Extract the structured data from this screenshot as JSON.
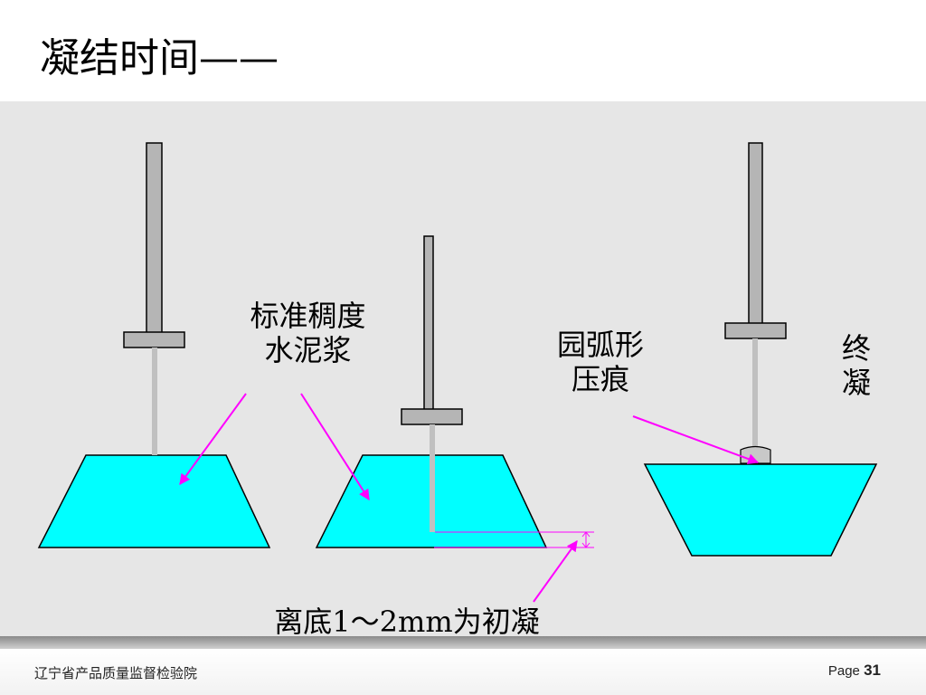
{
  "slide": {
    "title": "凝结时间——"
  },
  "diagram": {
    "label_consistency_line1": "标准稠度",
    "label_consistency_line2": "水泥浆",
    "label_arc_line1": "园弧形",
    "label_arc_line2": "压痕",
    "label_final_line1": "终",
    "label_final_line2": "凝",
    "label_initial": "离底1～2mm为初凝",
    "colors": {
      "paste": "#00ffff",
      "needle": "#c0c0c0",
      "arrow": "#ff00ff",
      "background": "#e6e6e6"
    }
  },
  "footer": {
    "organization": "辽宁省产品质量监督检验院",
    "page_label": "Page",
    "page_number": "31"
  }
}
